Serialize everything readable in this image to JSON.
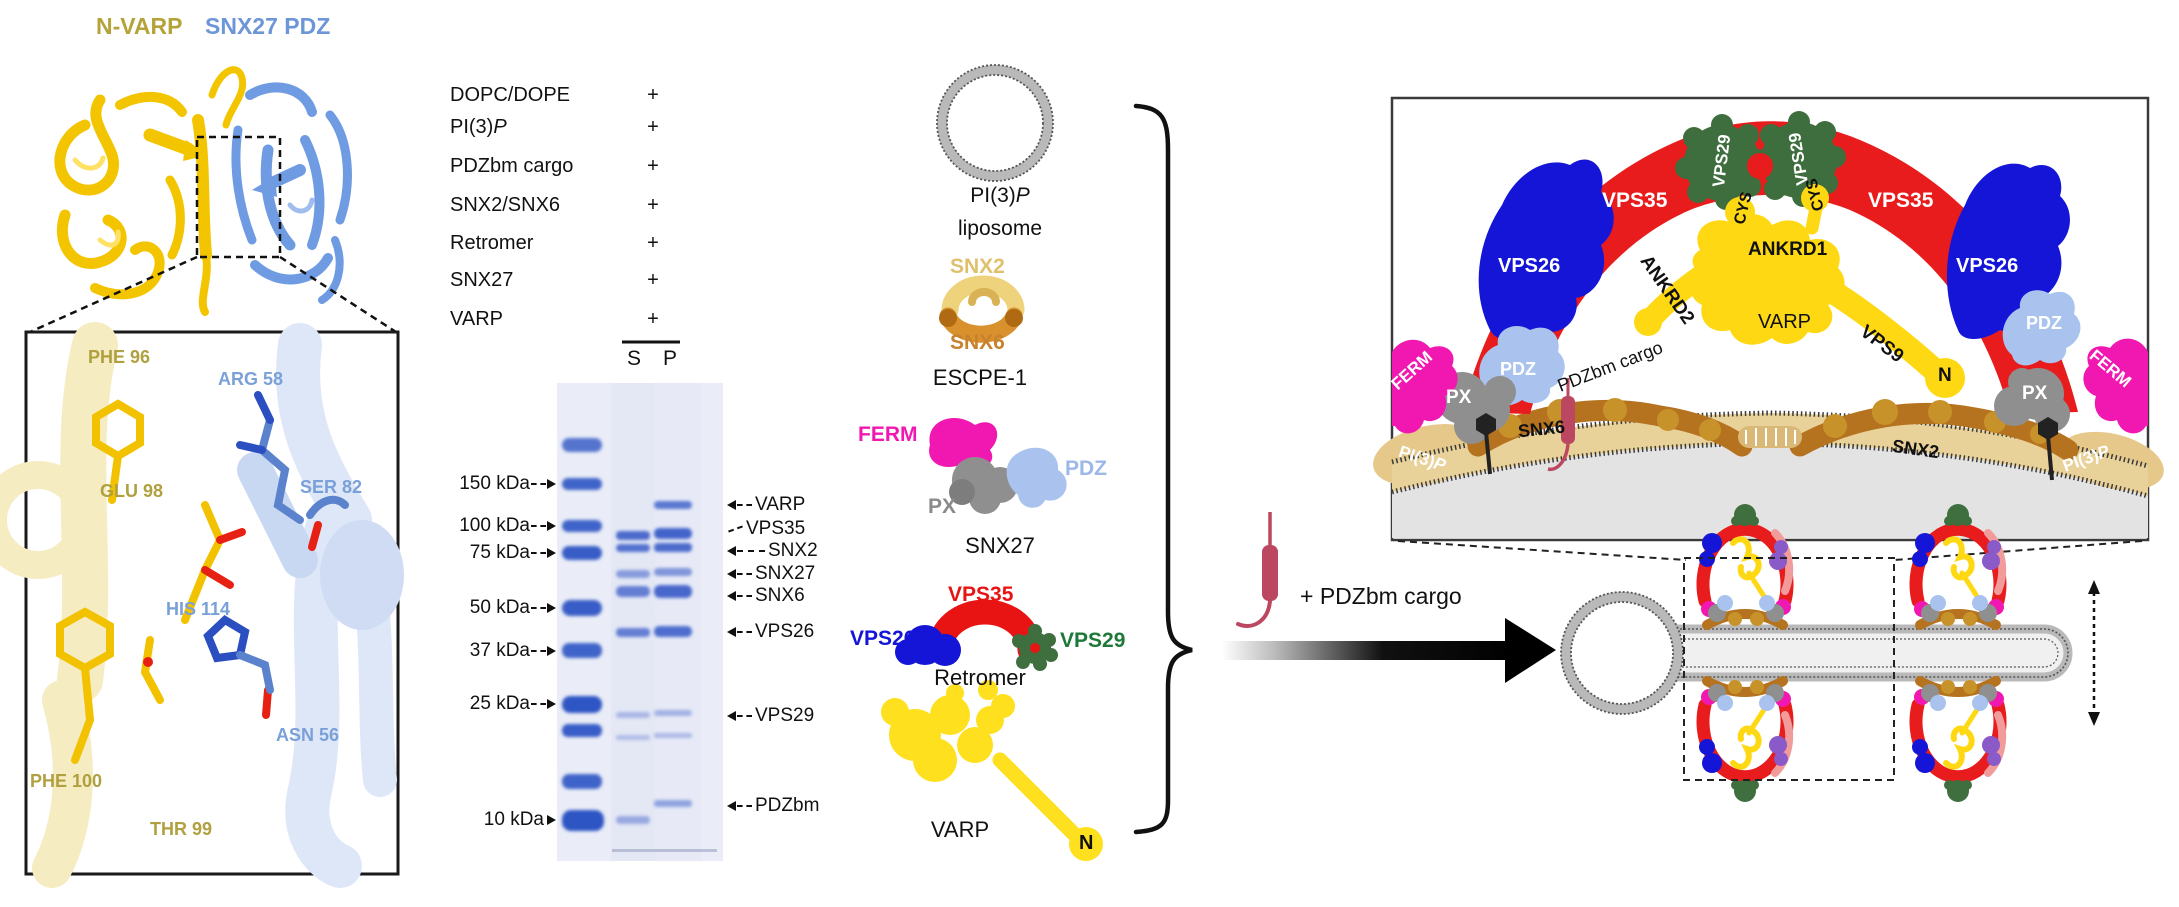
{
  "structure": {
    "n_varp": "N-VARP",
    "snx27_pdz": "SNX27 PDZ",
    "residues": {
      "phe96": "PHE 96",
      "arg58": "ARG 58",
      "glu98": "GLU 98",
      "ser82": "SER 82",
      "his114": "HIS 114",
      "asn56": "ASN 56",
      "phe100": "PHE 100",
      "thr99": "THR 99"
    }
  },
  "pulldown": {
    "rows": [
      {
        "pre": "DOPC/DOPE",
        "it": "",
        "val": "+"
      },
      {
        "pre": "PI(3)",
        "it": "P",
        "val": "+"
      },
      {
        "pre": "PDZbm cargo",
        "it": "",
        "val": "+"
      },
      {
        "pre": "SNX2/SNX6",
        "it": "",
        "val": "+"
      },
      {
        "pre": "Retromer",
        "it": "",
        "val": "+"
      },
      {
        "pre": "SNX27",
        "it": "",
        "val": "+"
      },
      {
        "pre": "VARP",
        "it": "",
        "val": "+"
      }
    ],
    "lane_s": "S",
    "lane_p": "P"
  },
  "gel": {
    "mw": [
      "150 kDa",
      "100 kDa",
      "75 kDa",
      "50 kDa",
      "37 kDa",
      "25 kDa",
      "10 kDa"
    ],
    "bands": [
      "VARP",
      "VPS35",
      "SNX2",
      "SNX27",
      "SNX6",
      "VPS26",
      "VPS29",
      "PDZbm"
    ]
  },
  "legend": {
    "liposome_pre": "PI(3)",
    "liposome_it": "P",
    "liposome_line2": "liposome",
    "snx2": "SNX2",
    "snx6": "SNX6",
    "escpe1": "ESCPE-1",
    "ferm": "FERM",
    "pdz": "PDZ",
    "px": "PX",
    "snx27": "SNX27",
    "vps35": "VPS35",
    "vps26": "VPS26",
    "vps29": "VPS29",
    "retromer": "Retromer",
    "varp": "VARP",
    "n": "N"
  },
  "reaction": {
    "plus_cargo": "+ PDZbm cargo"
  },
  "assembly": {
    "vps35_left": "VPS35",
    "vps35_right": "VPS35",
    "vps29_left": "VPS29",
    "vps29_right": "VPS29",
    "cys_left": "CYS",
    "cys_right": "CYS",
    "ankrd1": "ANKRD1",
    "ankrd2": "ANKRD2",
    "varp": "VARP",
    "vps9": "VPS9",
    "n": "N",
    "vps26_left": "VPS26",
    "vps26_right": "VPS26",
    "pdz_left": "PDZ",
    "pdz_right": "PDZ",
    "px_left": "PX",
    "px_right": "PX",
    "ferm_left": "FERM",
    "ferm_right": "FERM",
    "pdzbm_cargo": "PDZbm cargo",
    "snx6": "SNX6",
    "snx2": "SNX2",
    "pi3p_left_pre": "PI(3)",
    "pi3p_left_it": "P",
    "pi3p_right_pre": "PI(3)",
    "pi3p_right_it": "P"
  },
  "colors": {
    "varp_yellow": "#ffd814",
    "snx27_ribbon_blue": "#6f9be2",
    "n_varp_label": "#b5a33a",
    "snx27_label": "#6d96d8",
    "vps35_red": "#e81c1c",
    "vps26_blue": "#1515d8",
    "vps29_green": "#3f6f3f",
    "ferm_magenta": "#f018b0",
    "px_gray": "#8f8f8f",
    "pdz_lightblue": "#a9c3ee",
    "snx2_gold": "#e8cd7a",
    "snx6_orange": "#cd853f",
    "cargo_crimson": "#bc4760",
    "gel_band_blue": "#2f55c4",
    "membrane_tan": "#e9d29a"
  }
}
